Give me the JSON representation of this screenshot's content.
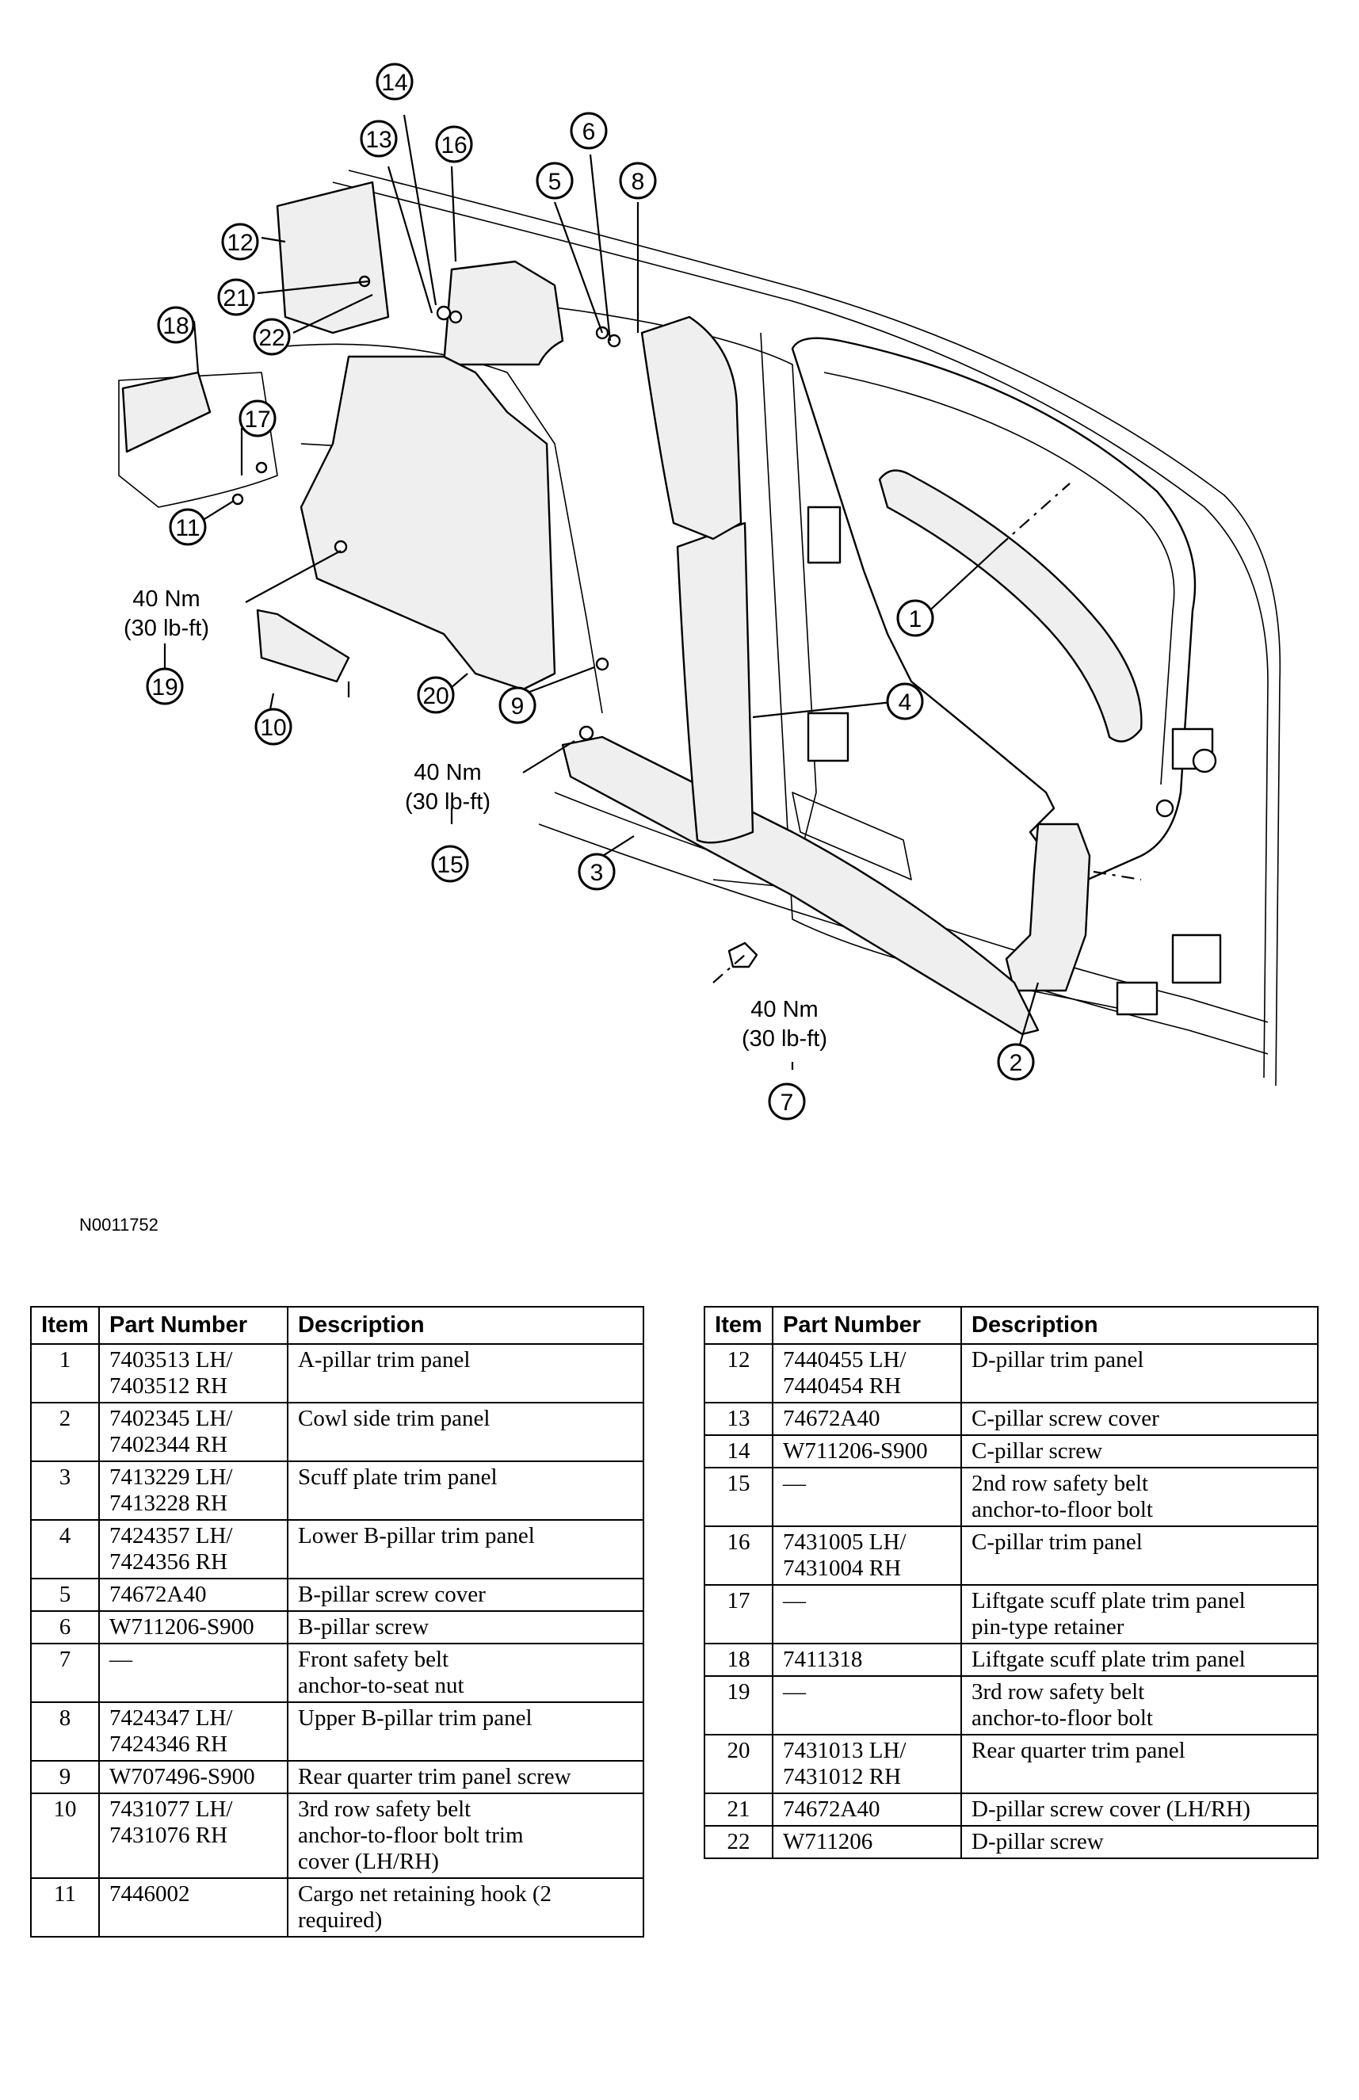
{
  "callouts": {
    "c1": "1",
    "c2": "2",
    "c3": "3",
    "c4": "4",
    "c5": "5",
    "c6": "6",
    "c7": "7",
    "c8": "8",
    "c9": "9",
    "c10": "10",
    "c11": "11",
    "c12": "12",
    "c13": "13",
    "c14": "14",
    "c15": "15",
    "c16": "16",
    "c17": "17",
    "c18": "18",
    "c19": "19",
    "c20": "20",
    "c21": "21",
    "c22": "22"
  },
  "torque": {
    "t19": {
      "nm": "40 Nm",
      "lbft": "(30 lb-ft)"
    },
    "t15": {
      "nm": "40 Nm",
      "lbft": "(30 lb-ft)"
    },
    "t7": {
      "nm": "40 Nm",
      "lbft": "(30 lb-ft)"
    }
  },
  "figure_ref": "N0011752",
  "table": {
    "headers": {
      "item": "Item",
      "part_number": "Part Number",
      "description": "Description"
    },
    "left_rows": [
      {
        "item": "1",
        "part": "7403513 LH/\n7403512 RH",
        "desc": "A-pillar trim panel"
      },
      {
        "item": "2",
        "part": "7402345 LH/\n7402344 RH",
        "desc": "Cowl side trim panel"
      },
      {
        "item": "3",
        "part": "7413229 LH/\n7413228 RH",
        "desc": "Scuff plate trim panel"
      },
      {
        "item": "4",
        "part": "7424357 LH/\n7424356 RH",
        "desc": "Lower B-pillar trim panel"
      },
      {
        "item": "5",
        "part": "74672A40",
        "desc": "B-pillar screw cover"
      },
      {
        "item": "6",
        "part": "W711206-S900",
        "desc": "B-pillar screw"
      },
      {
        "item": "7",
        "part": "—",
        "desc": "Front safety belt\nanchor-to-seat nut"
      },
      {
        "item": "8",
        "part": "7424347 LH/\n7424346 RH",
        "desc": "Upper B-pillar trim panel"
      },
      {
        "item": "9",
        "part": "W707496-S900",
        "desc": "Rear quarter trim panel screw"
      },
      {
        "item": "10",
        "part": "7431077 LH/\n7431076 RH",
        "desc": "3rd row safety belt\nanchor-to-floor bolt trim\ncover (LH/RH)"
      },
      {
        "item": "11",
        "part": "7446002",
        "desc": "Cargo net retaining hook (2\nrequired)"
      }
    ],
    "right_rows": [
      {
        "item": "12",
        "part": "7440455 LH/\n7440454 RH",
        "desc": "D-pillar trim panel"
      },
      {
        "item": "13",
        "part": "74672A40",
        "desc": "C-pillar screw cover"
      },
      {
        "item": "14",
        "part": "W711206-S900",
        "desc": "C-pillar screw"
      },
      {
        "item": "15",
        "part": "—",
        "desc": "2nd row safety belt\nanchor-to-floor bolt"
      },
      {
        "item": "16",
        "part": "7431005 LH/\n7431004 RH",
        "desc": "C-pillar trim panel"
      },
      {
        "item": "17",
        "part": "—",
        "desc": "Liftgate scuff plate trim panel\npin-type retainer"
      },
      {
        "item": "18",
        "part": "7411318",
        "desc": "Liftgate scuff plate trim panel"
      },
      {
        "item": "19",
        "part": "—",
        "desc": "3rd row safety belt\nanchor-to-floor bolt"
      },
      {
        "item": "20",
        "part": "7431013 LH/\n7431012 RH",
        "desc": "Rear quarter trim panel"
      },
      {
        "item": "21",
        "part": "74672A40",
        "desc": "D-pillar screw cover (LH/RH)"
      },
      {
        "item": "22",
        "part": "W711206",
        "desc": "D-pillar screw"
      }
    ]
  }
}
